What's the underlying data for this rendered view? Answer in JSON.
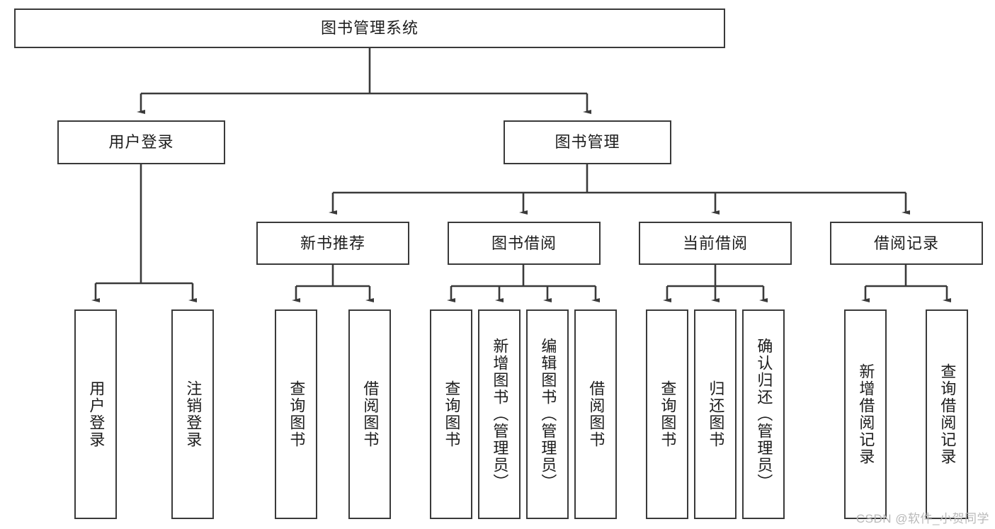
{
  "diagram": {
    "title": "图书管理系统",
    "type": "tree",
    "watermark": "CSDN @软件_小贺同学",
    "colors": {
      "box_border": "#3a3a3a",
      "box_fill": "#ffffff",
      "connector": "#3a3a3a",
      "text": "#1d1d1d",
      "watermark": "#b9b9b9",
      "background": "#ffffff"
    },
    "root": {
      "label": "图书管理系统"
    },
    "level2": [
      {
        "label": "用户登录"
      },
      {
        "label": "图书管理"
      }
    ],
    "level3": [
      {
        "label": "新书推荐"
      },
      {
        "label": "图书借阅"
      },
      {
        "label": "当前借阅"
      },
      {
        "label": "借阅记录"
      }
    ],
    "leaves": {
      "user_login": [
        {
          "label": "用户登录"
        },
        {
          "label": "注销登录"
        }
      ],
      "new_book_recommend": [
        {
          "label": "查询图书"
        },
        {
          "label": "借阅图书"
        }
      ],
      "book_borrow": [
        {
          "label": "查询图书"
        },
        {
          "label": "新增图书（管理员）"
        },
        {
          "label": "编辑图书（管理员）"
        },
        {
          "label": "借阅图书"
        }
      ],
      "current_borrow": [
        {
          "label": "查询图书"
        },
        {
          "label": "归还图书"
        },
        {
          "label": "确认归还（管理员）"
        }
      ],
      "borrow_record": [
        {
          "label": "新增借阅记录"
        },
        {
          "label": "查询借阅记录"
        }
      ]
    }
  }
}
